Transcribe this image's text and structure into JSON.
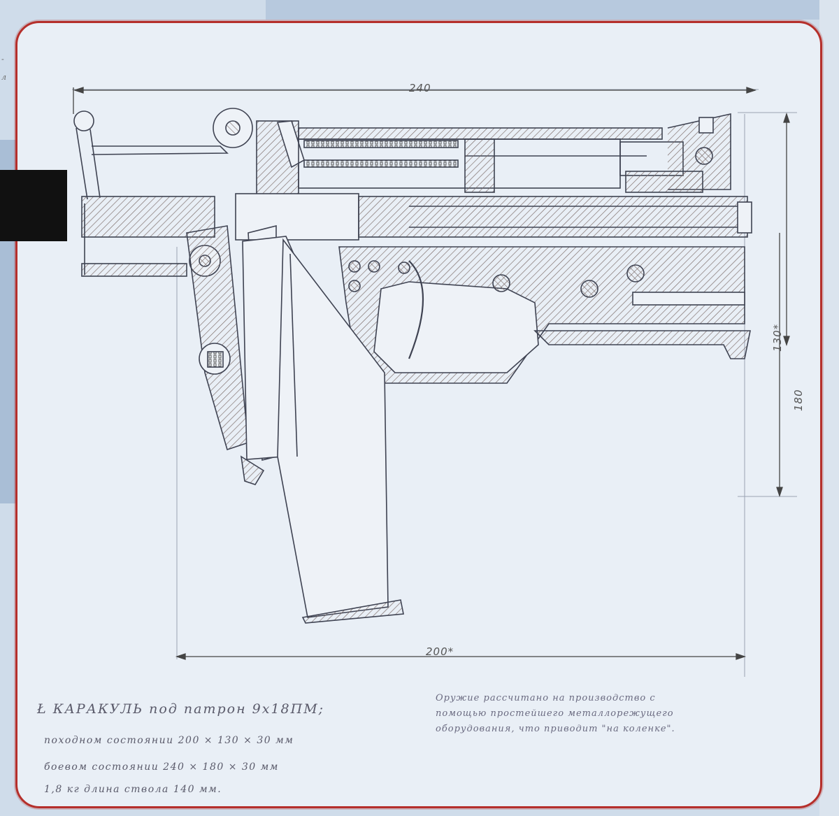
{
  "page": {
    "side_text": [
      "-",
      "л"
    ]
  },
  "drawing": {
    "dimensions": {
      "overall_length": "240",
      "base_length": "200*",
      "height_folded": "130*",
      "height_unfolded": "180"
    }
  },
  "caption": {
    "title": "Ł КАРАКУЛЬ под патрон 9х18ПМ;",
    "lines": [
      "походном состоянии  200 × 130 × 30 мм",
      "боевом  состоянии   240 × 180 × 30 мм",
      "1,8 кг     длина ствола  140 мм."
    ]
  },
  "note": {
    "lines": [
      "Оружие рассчитано на производство с",
      "помощью простейшего металлорежущего",
      "оборудования, что приводит \"на коленке\"."
    ]
  },
  "colors": {
    "frame": "#b52f2b",
    "paper": "#e9eff6",
    "ink": "#4a4f5e",
    "hatch": "#7a6a66"
  }
}
